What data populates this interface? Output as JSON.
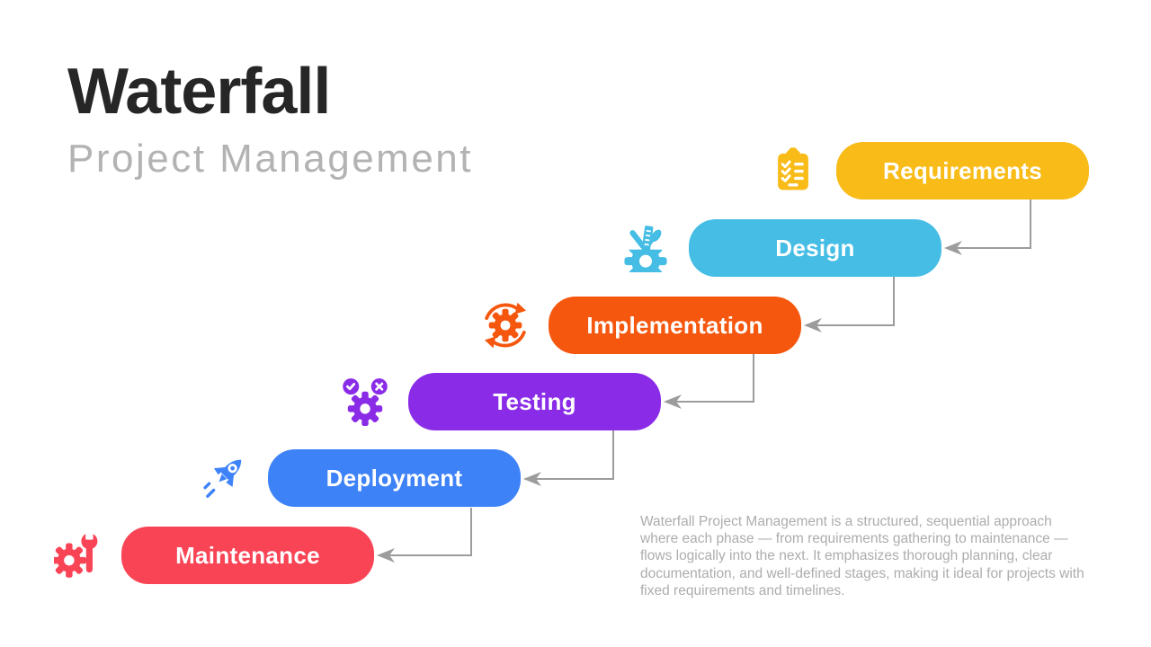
{
  "slide": {
    "title": "Waterfall",
    "subtitle": "Project Management",
    "description": "Waterfall Project Management is a structured, sequential approach where each phase — from requirements gathering to maintenance — flows logically into the next. It emphasizes thorough planning, clear documentation, and well-defined stages, making it ideal for projects with fixed requirements and timelines."
  },
  "colors": {
    "background": "#FFFFFF",
    "title_text": "#262626",
    "subtitle_text": "#B3B3B3",
    "description_text": "#ADADAD",
    "connector": "#9C9C9C",
    "label_text": "#FFFFFF"
  },
  "phases": [
    {
      "label": "Requirements",
      "color": "#F8BB17",
      "icon": "clipboard-checklist-icon"
    },
    {
      "label": "Design",
      "color": "#45BDE4",
      "icon": "design-tools-gear-icon"
    },
    {
      "label": "Implementation",
      "color": "#F5570E",
      "icon": "sync-gear-icon"
    },
    {
      "label": "Testing",
      "color": "#8A2BE7",
      "icon": "gear-check-cross-icon"
    },
    {
      "label": "Deployment",
      "color": "#3E82F8",
      "icon": "rocket-icon"
    },
    {
      "label": "Maintenance",
      "color": "#F94456",
      "icon": "gear-wrench-icon"
    }
  ]
}
